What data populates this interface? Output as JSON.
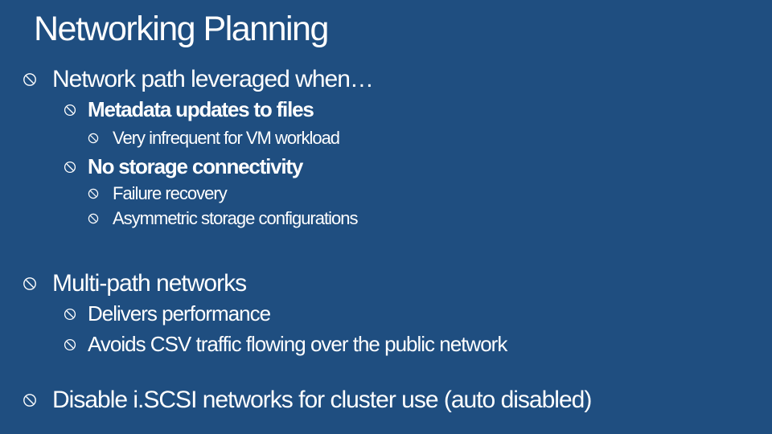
{
  "slide": {
    "title": "Networking Planning",
    "bullets": [
      {
        "level": 1,
        "text": "Network path leveraged when…"
      },
      {
        "level": 2,
        "text": "Metadata updates to files",
        "bold": true
      },
      {
        "level": 3,
        "text": "Very infrequent for VM workload"
      },
      {
        "level": 2,
        "text": "No storage connectivity",
        "bold": true
      },
      {
        "level": 3,
        "text": "Failure recovery"
      },
      {
        "level": 3,
        "text": "Asymmetric storage configurations"
      },
      {
        "level": 1,
        "text": "Multi-path networks"
      },
      {
        "level": 2,
        "text": "Delivers performance"
      },
      {
        "level": 2,
        "text": "Avoids CSV traffic flowing over the public network"
      },
      {
        "level": 1,
        "text": "Disable i.SCSI networks for cluster use (auto disabled)"
      }
    ],
    "bullet_icon": "circle-slash-icon",
    "colors": {
      "background": "#1f4e80",
      "text": "#ffffff"
    }
  }
}
